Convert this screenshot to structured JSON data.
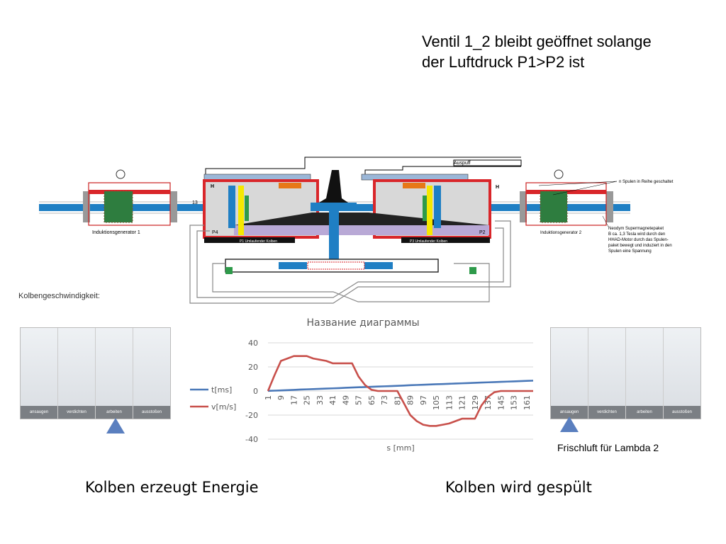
{
  "heading": {
    "line1": "Ventil 1_2 bleibt geöffnet solange",
    "line2": "der Luftdruck P1>P2 ist"
  },
  "schematic": {
    "auspuff": "Auspuff",
    "label_13": "13",
    "label_h_left": "H",
    "label_h_right": "H",
    "label_p4": "P4",
    "label_p2": "P2",
    "gen_left": "Induktionsgenerator 1",
    "gen_right": "Induktionsgenerator 2",
    "coil_note": "n Spulen in Reihe geschaltet",
    "magnet_note": [
      "Neodym Supermagnetepaket",
      "B ca. 1,3 Tesla wird durch den",
      "HHAD-Motor durch das Spulen-",
      "paket bewegt und induziert in den",
      "Spulen eine Spannung"
    ],
    "piston_left_label": "P1 Umlaufender Kolben",
    "piston_right_label": "P3 Umlaufender Kolben"
  },
  "kolben_label": "Kolbengeschwindigkeit:",
  "strip_left": [
    "ansaugen",
    "verdichten",
    "arbeiten",
    "ausstoßen"
  ],
  "strip_right": [
    "ansaugen",
    "verdichten",
    "arbeiten",
    "ausstoßen"
  ],
  "frischluft": "Frischluft für Lambda 2",
  "caption_left": "Kolben erzeugt Energie",
  "caption_right": "Kolben wird gespült",
  "colors": {
    "red": "#d9262a",
    "blue": "#1f7fc4",
    "green": "#2e9a4a",
    "series_t": "#4a78b8",
    "series_v": "#c8504b"
  },
  "chart_data": {
    "type": "line",
    "title": "Название диаграммы",
    "xlabel": "s [mm]",
    "ylabel": "",
    "ylim": [
      -40,
      40
    ],
    "yticks": [
      -40,
      -20,
      0,
      20,
      40
    ],
    "x_ticks": [
      "1",
      "9",
      "17",
      "25",
      "33",
      "41",
      "49",
      "57",
      "65",
      "73",
      "81",
      "89",
      "97",
      "105",
      "113",
      "121",
      "129",
      "137",
      "145",
      "153",
      "161"
    ],
    "x": [
      1,
      5,
      9,
      13,
      17,
      21,
      25,
      29,
      33,
      37,
      41,
      45,
      49,
      53,
      57,
      61,
      65,
      69,
      73,
      77,
      81,
      85,
      89,
      93,
      97,
      101,
      105,
      109,
      113,
      117,
      121,
      125,
      129,
      133,
      137,
      141,
      145,
      149,
      153,
      157,
      161,
      165
    ],
    "series": [
      {
        "name": "t[ms]",
        "values": [
          0.1,
          0.3,
          0.5,
          0.7,
          0.9,
          1.2,
          1.4,
          1.6,
          1.8,
          2.0,
          2.2,
          2.4,
          2.7,
          2.9,
          3.1,
          3.3,
          3.5,
          3.7,
          3.9,
          4.1,
          4.3,
          4.5,
          4.8,
          5.0,
          5.2,
          5.4,
          5.6,
          5.8,
          6.0,
          6.2,
          6.4,
          6.6,
          6.8,
          7.0,
          7.2,
          7.4,
          7.6,
          7.8,
          8.0,
          8.2,
          8.4,
          8.6
        ]
      },
      {
        "name": "v[m/s]",
        "values": [
          0,
          13,
          25,
          27,
          29,
          29,
          29,
          27,
          26,
          25,
          23,
          23,
          23,
          23,
          12,
          5,
          1,
          0,
          0,
          0,
          0,
          -10,
          -20,
          -25,
          -28,
          -29,
          -29,
          -28,
          -27,
          -25,
          -23,
          -23,
          -23,
          -12,
          -5,
          -1,
          0,
          0,
          0,
          0,
          0,
          0
        ]
      }
    ],
    "legend": "right"
  }
}
